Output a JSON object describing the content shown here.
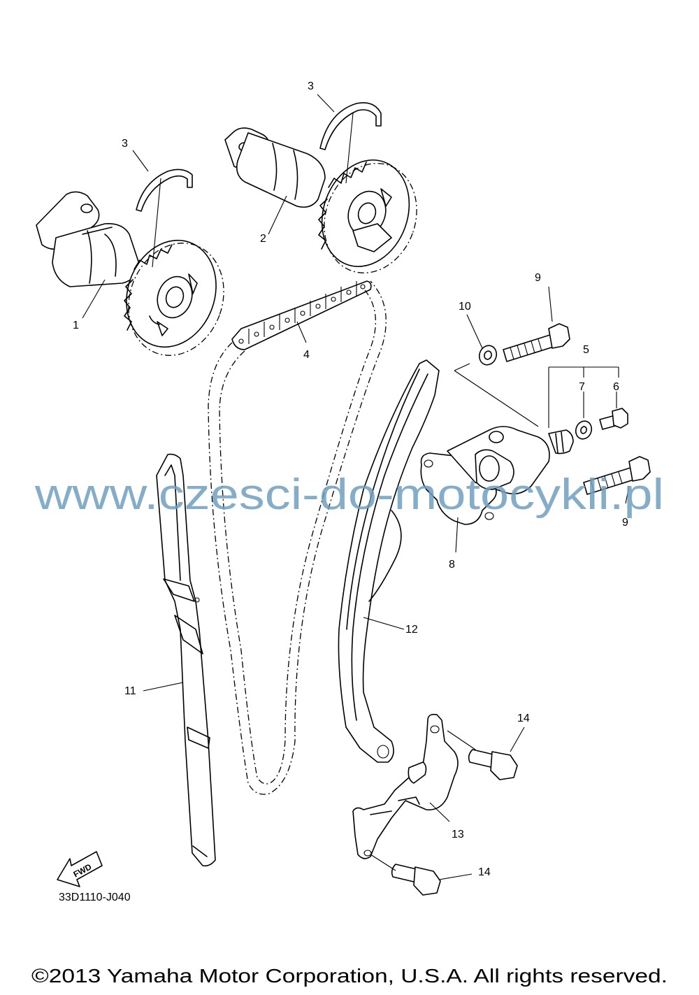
{
  "diagram": {
    "callouts": [
      {
        "id": "c1",
        "label": "1"
      },
      {
        "id": "c2",
        "label": "2"
      },
      {
        "id": "c3a",
        "label": "3"
      },
      {
        "id": "c3b",
        "label": "3"
      },
      {
        "id": "c4",
        "label": "4"
      },
      {
        "id": "c5",
        "label": "5"
      },
      {
        "id": "c6",
        "label": "6"
      },
      {
        "id": "c7",
        "label": "7"
      },
      {
        "id": "c8",
        "label": "8"
      },
      {
        "id": "c9a",
        "label": "9"
      },
      {
        "id": "c9b",
        "label": "9"
      },
      {
        "id": "c10",
        "label": "10"
      },
      {
        "id": "c11",
        "label": "11"
      },
      {
        "id": "c12",
        "label": "12"
      },
      {
        "id": "c13",
        "label": "13"
      },
      {
        "id": "c14a",
        "label": "14"
      },
      {
        "id": "c14b",
        "label": "14"
      }
    ],
    "watermark": "www.czesci-do-motocykli.pl",
    "fwd_label": "FWD",
    "diagram_code": "33D1110-J040",
    "copyright": "©2013 Yamaha Motor Corporation, U.S.A. All rights reserved."
  }
}
